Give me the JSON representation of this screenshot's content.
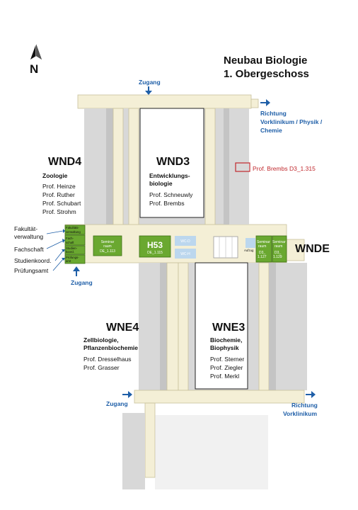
{
  "title": {
    "line1": "Neubau Biologie",
    "line2": "1. Obergeschoss"
  },
  "north": "N",
  "wings": {
    "wnd4": {
      "name": "WND4",
      "dept": "Zoologie",
      "profs": [
        "Prof. Heinze",
        "Prof. Ruther",
        "Prof. Schubart",
        "Prof. Strohm"
      ]
    },
    "wnd3": {
      "name": "WND3",
      "dept_lines": [
        "Entwicklungs-",
        "biologie"
      ],
      "profs": [
        "Prof. Schneuwly",
        "Prof. Brembs"
      ]
    },
    "wne4": {
      "name": "WNE4",
      "dept_lines": [
        "Zellbiologie,",
        "Pflanzenbiochemie"
      ],
      "profs": [
        "Prof. Dresselhaus",
        "Prof. Grasser"
      ]
    },
    "wne3": {
      "name": "WNE3",
      "dept_lines": [
        "Biochemie,",
        "Biophysik"
      ],
      "profs": [
        "Prof. Sterner",
        "Prof. Ziegler",
        "Prof. Merkl"
      ]
    },
    "wnde": {
      "name": "WNDE"
    }
  },
  "highlight": {
    "label": "Prof. Brembs D3_1.315",
    "color": "#c0282d"
  },
  "entrances": {
    "label": "Zugang"
  },
  "directions": {
    "top_right": [
      "Richtung",
      "Vorklinikum / Physik /",
      "Chemie"
    ],
    "bottom_right": [
      "Richtung",
      "Vorklinikum"
    ]
  },
  "left_labels": [
    "Fakultät-",
    "verwaltung",
    "Fachschaft",
    "Studienkoord.",
    "Prüfungsamt"
  ],
  "small_rooms": [
    "Fakultäts-",
    "verwaltung",
    "Fach-",
    "schaft",
    "Studien-",
    "koord.",
    "Prüfungs-",
    "amt"
  ],
  "rooms": {
    "seminar_left": {
      "name_lines": [
        "Seminar",
        "raum"
      ],
      "code": "DE_1.113"
    },
    "h53": {
      "name": "H53",
      "code": "DE_1.115"
    },
    "wc_d": "WC-D",
    "wc_h": "WC-H",
    "aufzug": "Aufzug",
    "seminar_right1": {
      "name_lines": [
        "Seminar",
        "raum"
      ],
      "code_lines": [
        "D3_",
        "1.127"
      ]
    },
    "seminar_right2": {
      "name_lines": [
        "Seminar",
        "raum"
      ],
      "code_lines": [
        "D3_",
        "1.129"
      ]
    }
  },
  "colors": {
    "room_green": "#6aa830",
    "corridor": "#f4efd6",
    "wing_grey": "#d8d8d8",
    "accent_blue": "#1f5fa8",
    "highlight_red": "#c0282d"
  }
}
